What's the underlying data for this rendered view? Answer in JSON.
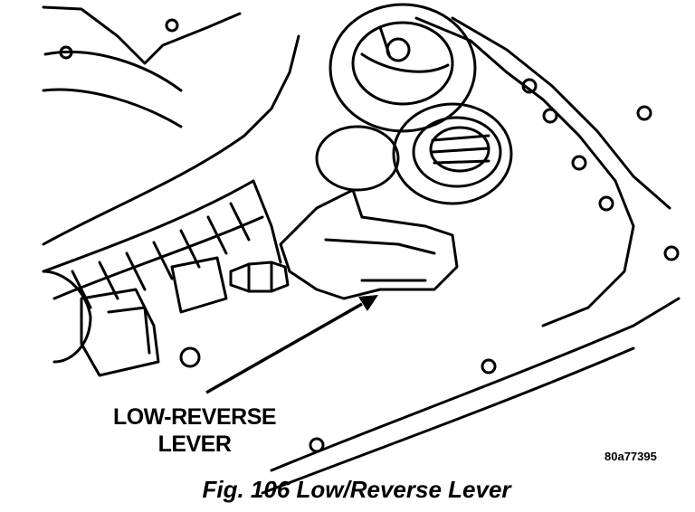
{
  "diagram": {
    "callout_line1": "LOW-REVERSE",
    "callout_line2": "LEVER",
    "figure_code": "80a77395",
    "caption": "Fig. 106 Low/Reverse Lever"
  }
}
